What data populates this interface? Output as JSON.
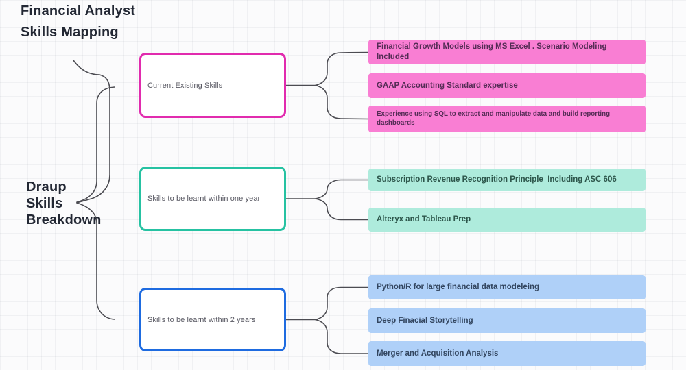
{
  "board_title_lines": [
    "Financial Analyst",
    "Skills Mapping"
  ],
  "root_node": {
    "lines": [
      "Draup",
      "Skills",
      "Breakdown"
    ]
  },
  "connector_color": "#4c4c52",
  "branches": [
    {
      "label": "Current Existing Skills",
      "accent": "#e12bae",
      "item_bg": "#f97ed3",
      "item_text_color": "#542c55",
      "items": [
        "Financial Growth Models using MS Excel . Scenario Modeling Included",
        "GAAP Accounting Standard expertise",
        "Experience using SQL to extract and manipulate data and build reporting dashboards"
      ]
    },
    {
      "label": "Skills to be learnt within one year",
      "accent": "#26c2a2",
      "item_bg": "#aeebdc",
      "item_text_color": "#2d564b",
      "items": [
        "Subscription Revenue Recognition Principle  Including ASC 606",
        "Alteryx and Tableau Prep"
      ]
    },
    {
      "label": "Skills to be learnt within 2 years",
      "accent": "#1e6be0",
      "item_bg": "#afd0f8",
      "item_text_color": "#32455f",
      "items": [
        "Python/R for large financial data modeleing",
        "Deep Finacial Storytelling",
        "Merger and Acquisition Analysis"
      ]
    }
  ]
}
